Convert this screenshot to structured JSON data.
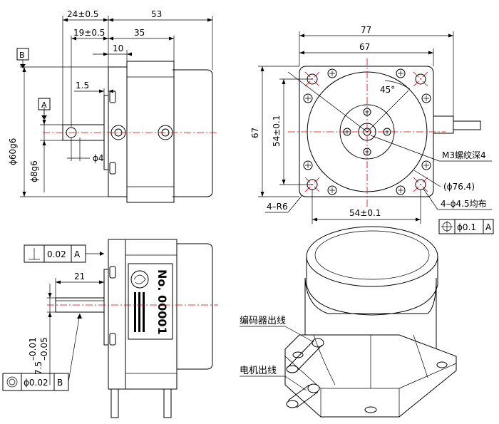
{
  "dims": {
    "d24": "24±0.5",
    "d53": "53",
    "d19": "19±0.5",
    "d35": "35",
    "d10": "10",
    "d1_5": "1.5",
    "phi4": "ϕ4",
    "phi60": "ϕ60g6",
    "phi8": "ϕ8g6",
    "d77": "77",
    "d67top": "67",
    "d67left": "67",
    "d54v": "54±0.1",
    "d54h": "54±0.1",
    "angle": "45°",
    "r6": "4–R6",
    "d21": "21",
    "tol_top": "7.5",
    "tol_up": "–0.01",
    "tol_low": "–0.05"
  },
  "datums": {
    "b": "B",
    "a": "A"
  },
  "notes": {
    "thread": "M3螺纹深4",
    "pcd": "(ϕ76.4)",
    "holes": "4–ϕ4.5均布"
  },
  "frames": {
    "perp": {
      "value": "0.02",
      "datum": "A"
    },
    "pos": {
      "value": "ϕ0.1",
      "datum": "A"
    },
    "conc": {
      "value": "ϕ0.02",
      "datum": "B"
    }
  },
  "label": {
    "no": "No. 00001"
  },
  "iso_labels": {
    "encoder": "编码器出线",
    "motor": "电机出线"
  }
}
